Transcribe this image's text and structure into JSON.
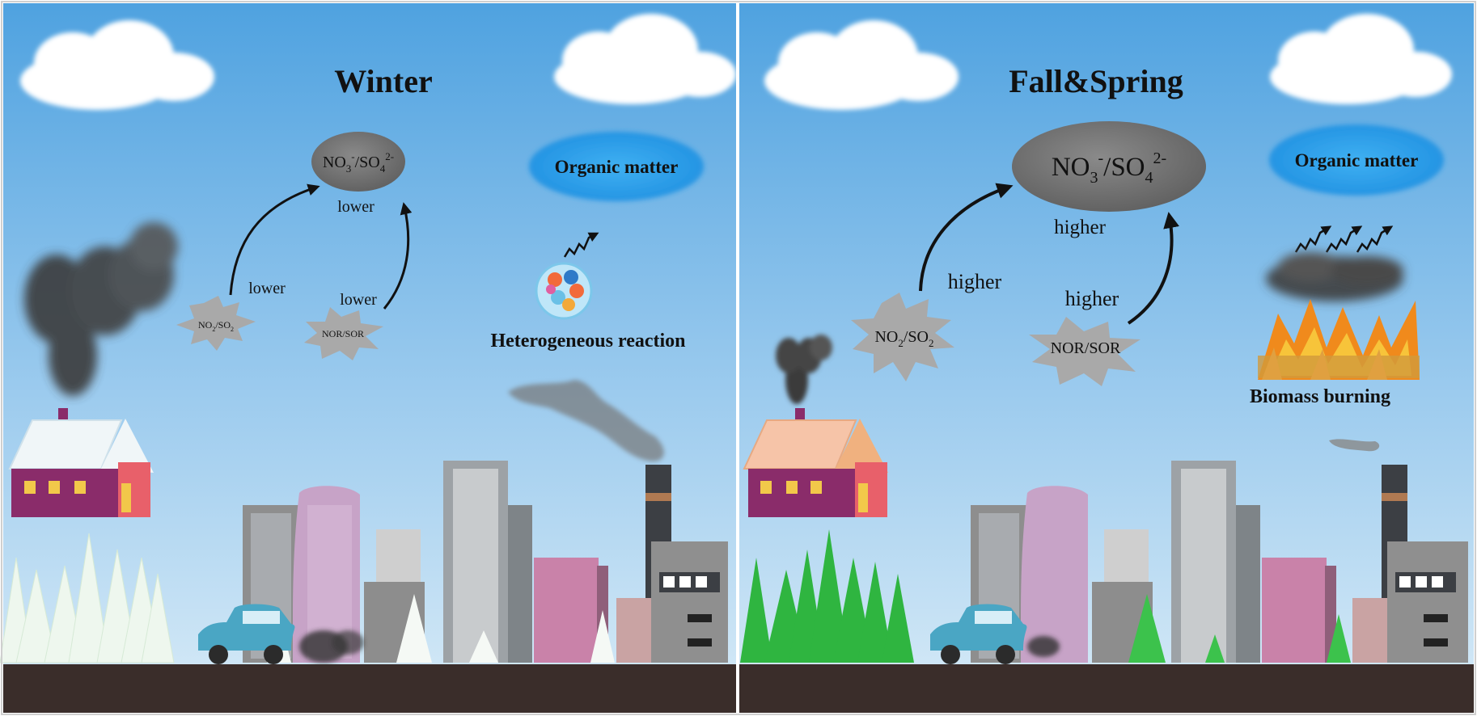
{
  "panels": [
    {
      "title": "Winter",
      "sulfate_nitrate_label": "NO3-/SO42-",
      "sulfate_nitrate_parts": [
        "NO",
        "3",
        "-",
        "/SO",
        "4",
        "2-"
      ],
      "organic_label": "Organic matter",
      "ratio_label_parts": [
        "NO",
        "2",
        "/SO",
        "2"
      ],
      "nor_sor_label": "NOR/SOR",
      "arrow_label_left": "lower",
      "arrow_label_right": "lower",
      "ellipse_label": "lower",
      "process_label": "Heterogeneous reaction",
      "season_colors": {
        "trees": "#eef7ee",
        "roof": "#f0f6f8"
      }
    },
    {
      "title": "Fall&Spring",
      "sulfate_nitrate_label": "NO3-/SO42-",
      "sulfate_nitrate_parts": [
        "NO",
        "3",
        "-",
        "/SO",
        "4",
        "2-"
      ],
      "organic_label": "Organic matter",
      "ratio_label_parts": [
        "NO",
        "2",
        "/SO",
        "2"
      ],
      "nor_sor_label": "NOR/SOR",
      "arrow_label_left": "higher",
      "arrow_label_right": "higher",
      "ellipse_label": "higher",
      "process_label": "Biomass burning",
      "season_colors": {
        "trees": "#2fb540",
        "roof": "#f6c4a8"
      }
    }
  ],
  "colors": {
    "sky_top": "#57a6e0",
    "sky_bottom": "#cfe6f5",
    "ground": "#3a2d2a",
    "ellipse_gray": "#6e6e6e",
    "ellipse_blue": "#2d9ee6",
    "star_gray": "#a8a8a8",
    "smoke": "#3c3c3c",
    "car": "#4aa6c4",
    "house_wall": "#8a2c6a",
    "flame": "#f08a1c"
  }
}
